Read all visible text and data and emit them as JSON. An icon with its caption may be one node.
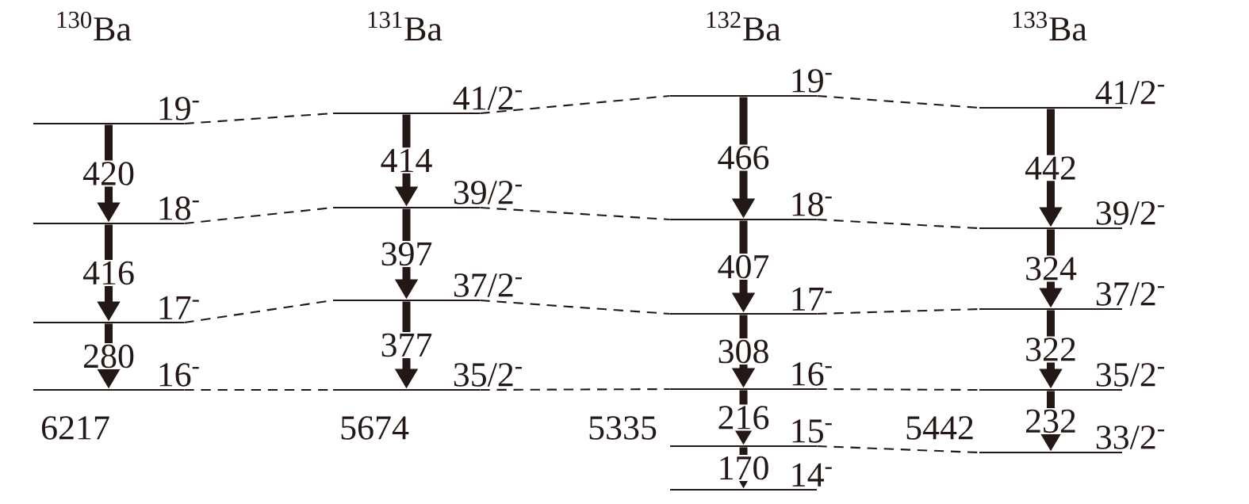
{
  "diagram": {
    "nodes": [
      {
        "text": [
          "19$^{-}$"
        ]
      },
      {
        "text": [
          "18$^{-}$"
        ]
      },
      {
        "text": [
          "17$^{-}$"
        ]
      },
      {
        "text": [
          "16$^{-}$"
        ]
      },
      {
        "text": [
          "41/2$^{-}$"
        ]
      },
      {
        "text": [
          "39/2$^{-}$"
        ]
      },
      {
        "text": [
          "37/2$^{-}$"
        ]
      },
      {
        "text": [
          "35/2$^{-}$"
        ]
      },
      {
        "text": [
          "19$^{-}$"
        ]
      },
      {
        "text": [
          "18$^{-}$"
        ]
      },
      {
        "text": [
          "17$^{-}$"
        ]
      },
      {
        "text": [
          "16$^{-}$"
        ]
      },
      {
        "text": [
          "15$^{-}$"
        ]
      },
      {
        "text": [
          "14$^{-}$"
        ]
      },
      {
        "text": [
          "41/2$^{-}$"
        ]
      },
      {
        "text": [
          "39/2$^{-}$"
        ]
      },
      {
        "text": [
          "37/2$^{-}$"
        ]
      },
      {
        "text": [
          "35/2$^{-}$"
        ]
      },
      {
        "text": [
          "33/2$^{-}$"
        ]
      }
    ],
    "edges": [
      {
        "from": 0,
        "to": 1,
        "arrow": "to",
        "label": "420"
      },
      {
        "from": 1,
        "to": 2,
        "arrow": "to",
        "label": "416"
      },
      {
        "from": 2,
        "to": 3,
        "arrow": "to",
        "label": "280"
      },
      {
        "from": 4,
        "to": 5,
        "arrow": "to",
        "label": "414"
      },
      {
        "from": 5,
        "to": 6,
        "arrow": "to",
        "label": "397"
      },
      {
        "from": 6,
        "to": 7,
        "arrow": "to",
        "label": "377"
      },
      {
        "from": 8,
        "to": 9,
        "arrow": "to",
        "label": "466"
      },
      {
        "from": 9,
        "to": 10,
        "arrow": "to",
        "label": "407"
      },
      {
        "from": 10,
        "to": 11,
        "arrow": "to",
        "label": "308"
      },
      {
        "from": 11,
        "to": 12,
        "arrow": "to",
        "label": "216"
      },
      {
        "from": 12,
        "to": 13,
        "arrow": "to",
        "label": "170"
      },
      {
        "from": 14,
        "to": 15,
        "arrow": "to",
        "label": "442"
      },
      {
        "from": 15,
        "to": 16,
        "arrow": "to",
        "label": "324"
      },
      {
        "from": 16,
        "to": 17,
        "arrow": "to",
        "label": "322"
      },
      {
        "from": 17,
        "to": 18,
        "arrow": "to",
        "label": "232"
      },
      {
        "from": 0,
        "to": 4,
        "arrow": "none",
        "style": "dashed"
      },
      {
        "from": 4,
        "to": 8,
        "arrow": "none",
        "style": "dashed"
      },
      {
        "from": 8,
        "to": 14,
        "arrow": "none",
        "style": "dashed"
      },
      {
        "from": 1,
        "to": 5,
        "arrow": "none",
        "style": "dashed"
      },
      {
        "from": 5,
        "to": 9,
        "arrow": "none",
        "style": "dashed"
      },
      {
        "from": 9,
        "to": 15,
        "arrow": "none",
        "style": "dashed"
      },
      {
        "from": 2,
        "to": 6,
        "arrow": "none",
        "style": "dashed"
      },
      {
        "from": 6,
        "to": 10,
        "arrow": "none",
        "style": "dashed"
      },
      {
        "from": 10,
        "to": 16,
        "arrow": "none",
        "style": "dashed"
      },
      {
        "from": 3,
        "to": 7,
        "arrow": "none",
        "style": "dashed"
      },
      {
        "from": 7,
        "to": 11,
        "arrow": "none",
        "style": "dashed"
      },
      {
        "from": 11,
        "to": 17,
        "arrow": "none",
        "style": "dashed"
      },
      {
        "from": 12,
        "to": 18,
        "arrow": "none",
        "style": "dashed"
      }
    ],
    "labels": [
      "$^{130}$Ba",
      "$^{131}$Ba",
      "$^{132}$Ba",
      "$^{133}$Ba",
      "6217",
      "5674",
      "5335",
      "5442"
    ]
  }
}
